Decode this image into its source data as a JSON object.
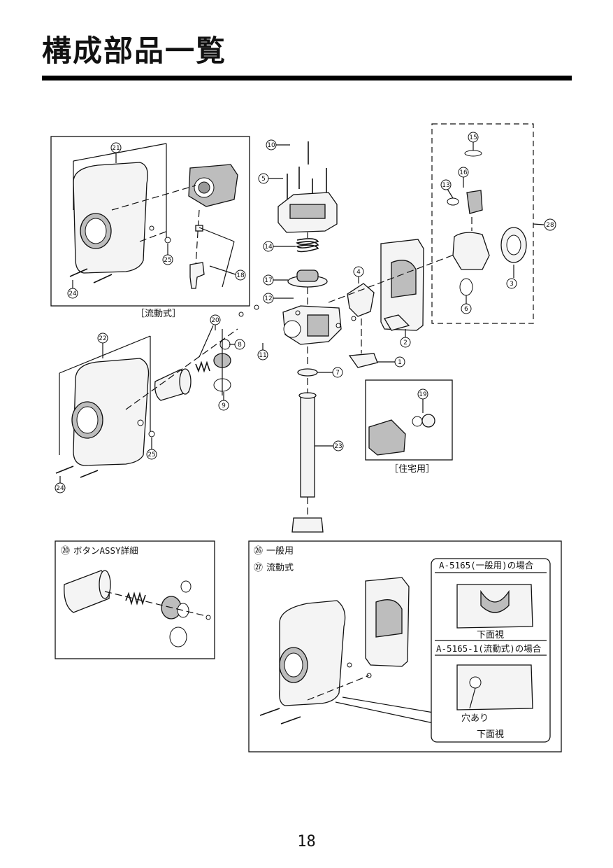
{
  "page": {
    "title": "構成部品一覧",
    "page_number": "18"
  },
  "labels": {
    "flow_type": "［流動式］",
    "residential": "［住宅用］",
    "button_assy": "ボタンASSY詳細",
    "general_use": "一般用",
    "flow_type_plain": "流動式",
    "model_general": "A-5165(一般用)の場合",
    "model_flow": "A-5165-1(流動式)の場合",
    "bottom_view_1": "下面視",
    "bottom_view_2": "下面視",
    "hole": "穴あり"
  },
  "callouts": [
    "1",
    "2",
    "3",
    "4",
    "5",
    "6",
    "7",
    "8",
    "9",
    "10",
    "11",
    "12",
    "13",
    "14",
    "15",
    "16",
    "17",
    "18",
    "19",
    "20",
    "21",
    "22",
    "23",
    "24",
    "25",
    "26",
    "27",
    "28"
  ],
  "callout_prefix": {
    "button_assy": "⑳",
    "general_use": "㉖",
    "flow_type_plain": "㉗"
  }
}
